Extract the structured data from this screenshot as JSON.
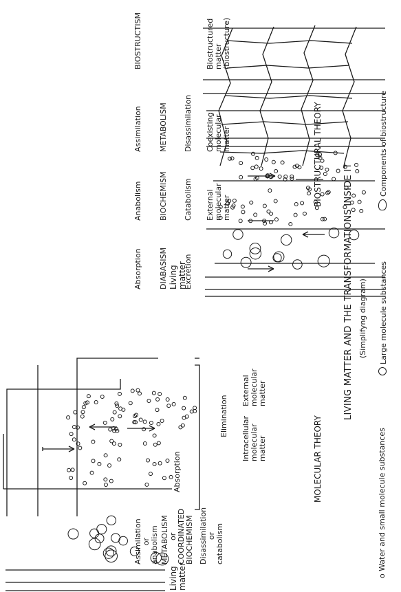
{
  "molecular": {
    "heading": "MOLECULAR THEORY",
    "living_matter": [
      "Living",
      "matter"
    ],
    "assimilation": [
      "Assimilation",
      "or",
      "anabolism"
    ],
    "metabolism": [
      "METABOLISM",
      "or",
      "COORDINATED",
      "BIOCHEMISM"
    ],
    "disassimilation": [
      "Disassimilation",
      "or",
      "catabolism"
    ],
    "absorption": "Absorption",
    "elimination": "Elimination",
    "intracellular": [
      "Intracellular",
      "molecular",
      "matter"
    ],
    "external": [
      "External",
      "molecular",
      "matter"
    ]
  },
  "biostructural": {
    "heading": "BIOSTRUCTURAL THEORY",
    "living_matter": [
      "Living",
      "matter"
    ],
    "biostructism": "BIOSTRUCTISM",
    "assimilation": "Assimilation",
    "metabolism": "METABOLISM",
    "disassimilation": "Disassimilation",
    "anabolism": "Anabolism",
    "biochemism": "BIOCHEMISM",
    "catabolism": "Catabolism",
    "absorption": "Absorption",
    "diabasism": "DIABASISM",
    "excretion": "Excretion",
    "biostructured": [
      "Biostructured",
      "matter",
      "(biostructure)"
    ],
    "coexisting": [
      "Coexisting",
      "molecular",
      "matter"
    ],
    "external": [
      "External",
      "molecular",
      "matter"
    ]
  },
  "caption": {
    "title": "LIVING MATTER AND THE TRANSFORMATIONS INSIDE IT",
    "subtitle": "(Simplifyng diagram)",
    "legend_small": "o Water and small molecule substances",
    "legend_large": "Large molecule substances",
    "legend_bio": "Components of biostructure"
  }
}
